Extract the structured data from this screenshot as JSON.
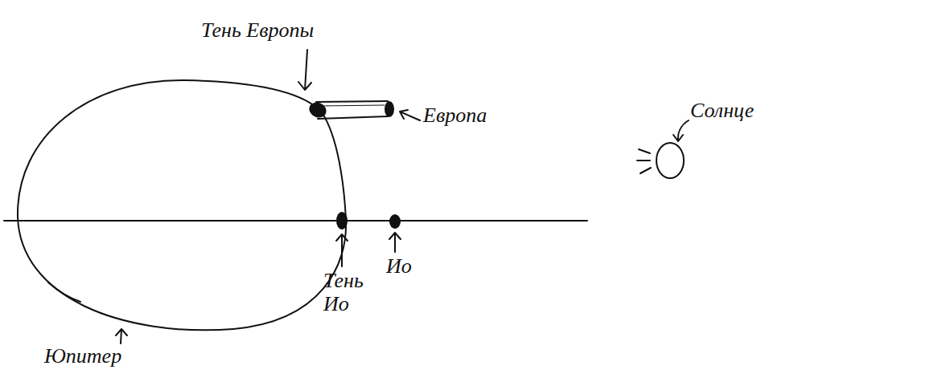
{
  "diagram": {
    "labels": [
      "Тень Европы",
      "Европа",
      "Ио",
      "Тень Ио",
      "Юпитер",
      "Солнце"
    ]
  }
}
